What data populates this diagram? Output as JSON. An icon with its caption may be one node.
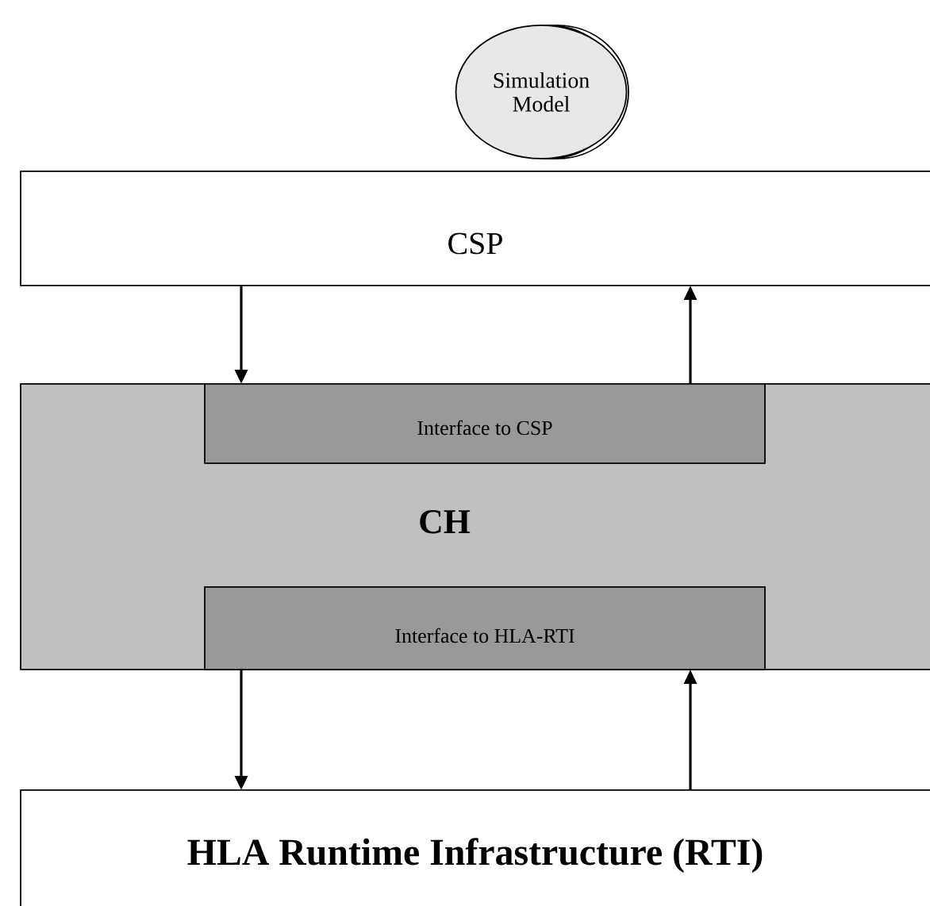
{
  "diagram": {
    "nodes": [
      {
        "text": [
          "Simulation Model"
        ]
      },
      {
        "text": [
          "CSP"
        ]
      },
      {
        "text": [
          "CH"
        ]
      },
      {
        "text": [
          "Interface to CSP"
        ],
        "in": 2
      },
      {
        "text": [
          "Interface to HLA-RTI"
        ],
        "in": 2
      },
      {
        "text": [
          "HLA Runtime Infrastructure (RTI)"
        ]
      }
    ],
    "edges": [
      {
        "from": 1,
        "to": 3,
        "arrow": "to"
      },
      {
        "from": 3,
        "to": 1,
        "arrow": "to"
      },
      {
        "from": 4,
        "to": 5,
        "arrow": "to"
      },
      {
        "from": 5,
        "to": 4,
        "arrow": "to"
      }
    ]
  }
}
